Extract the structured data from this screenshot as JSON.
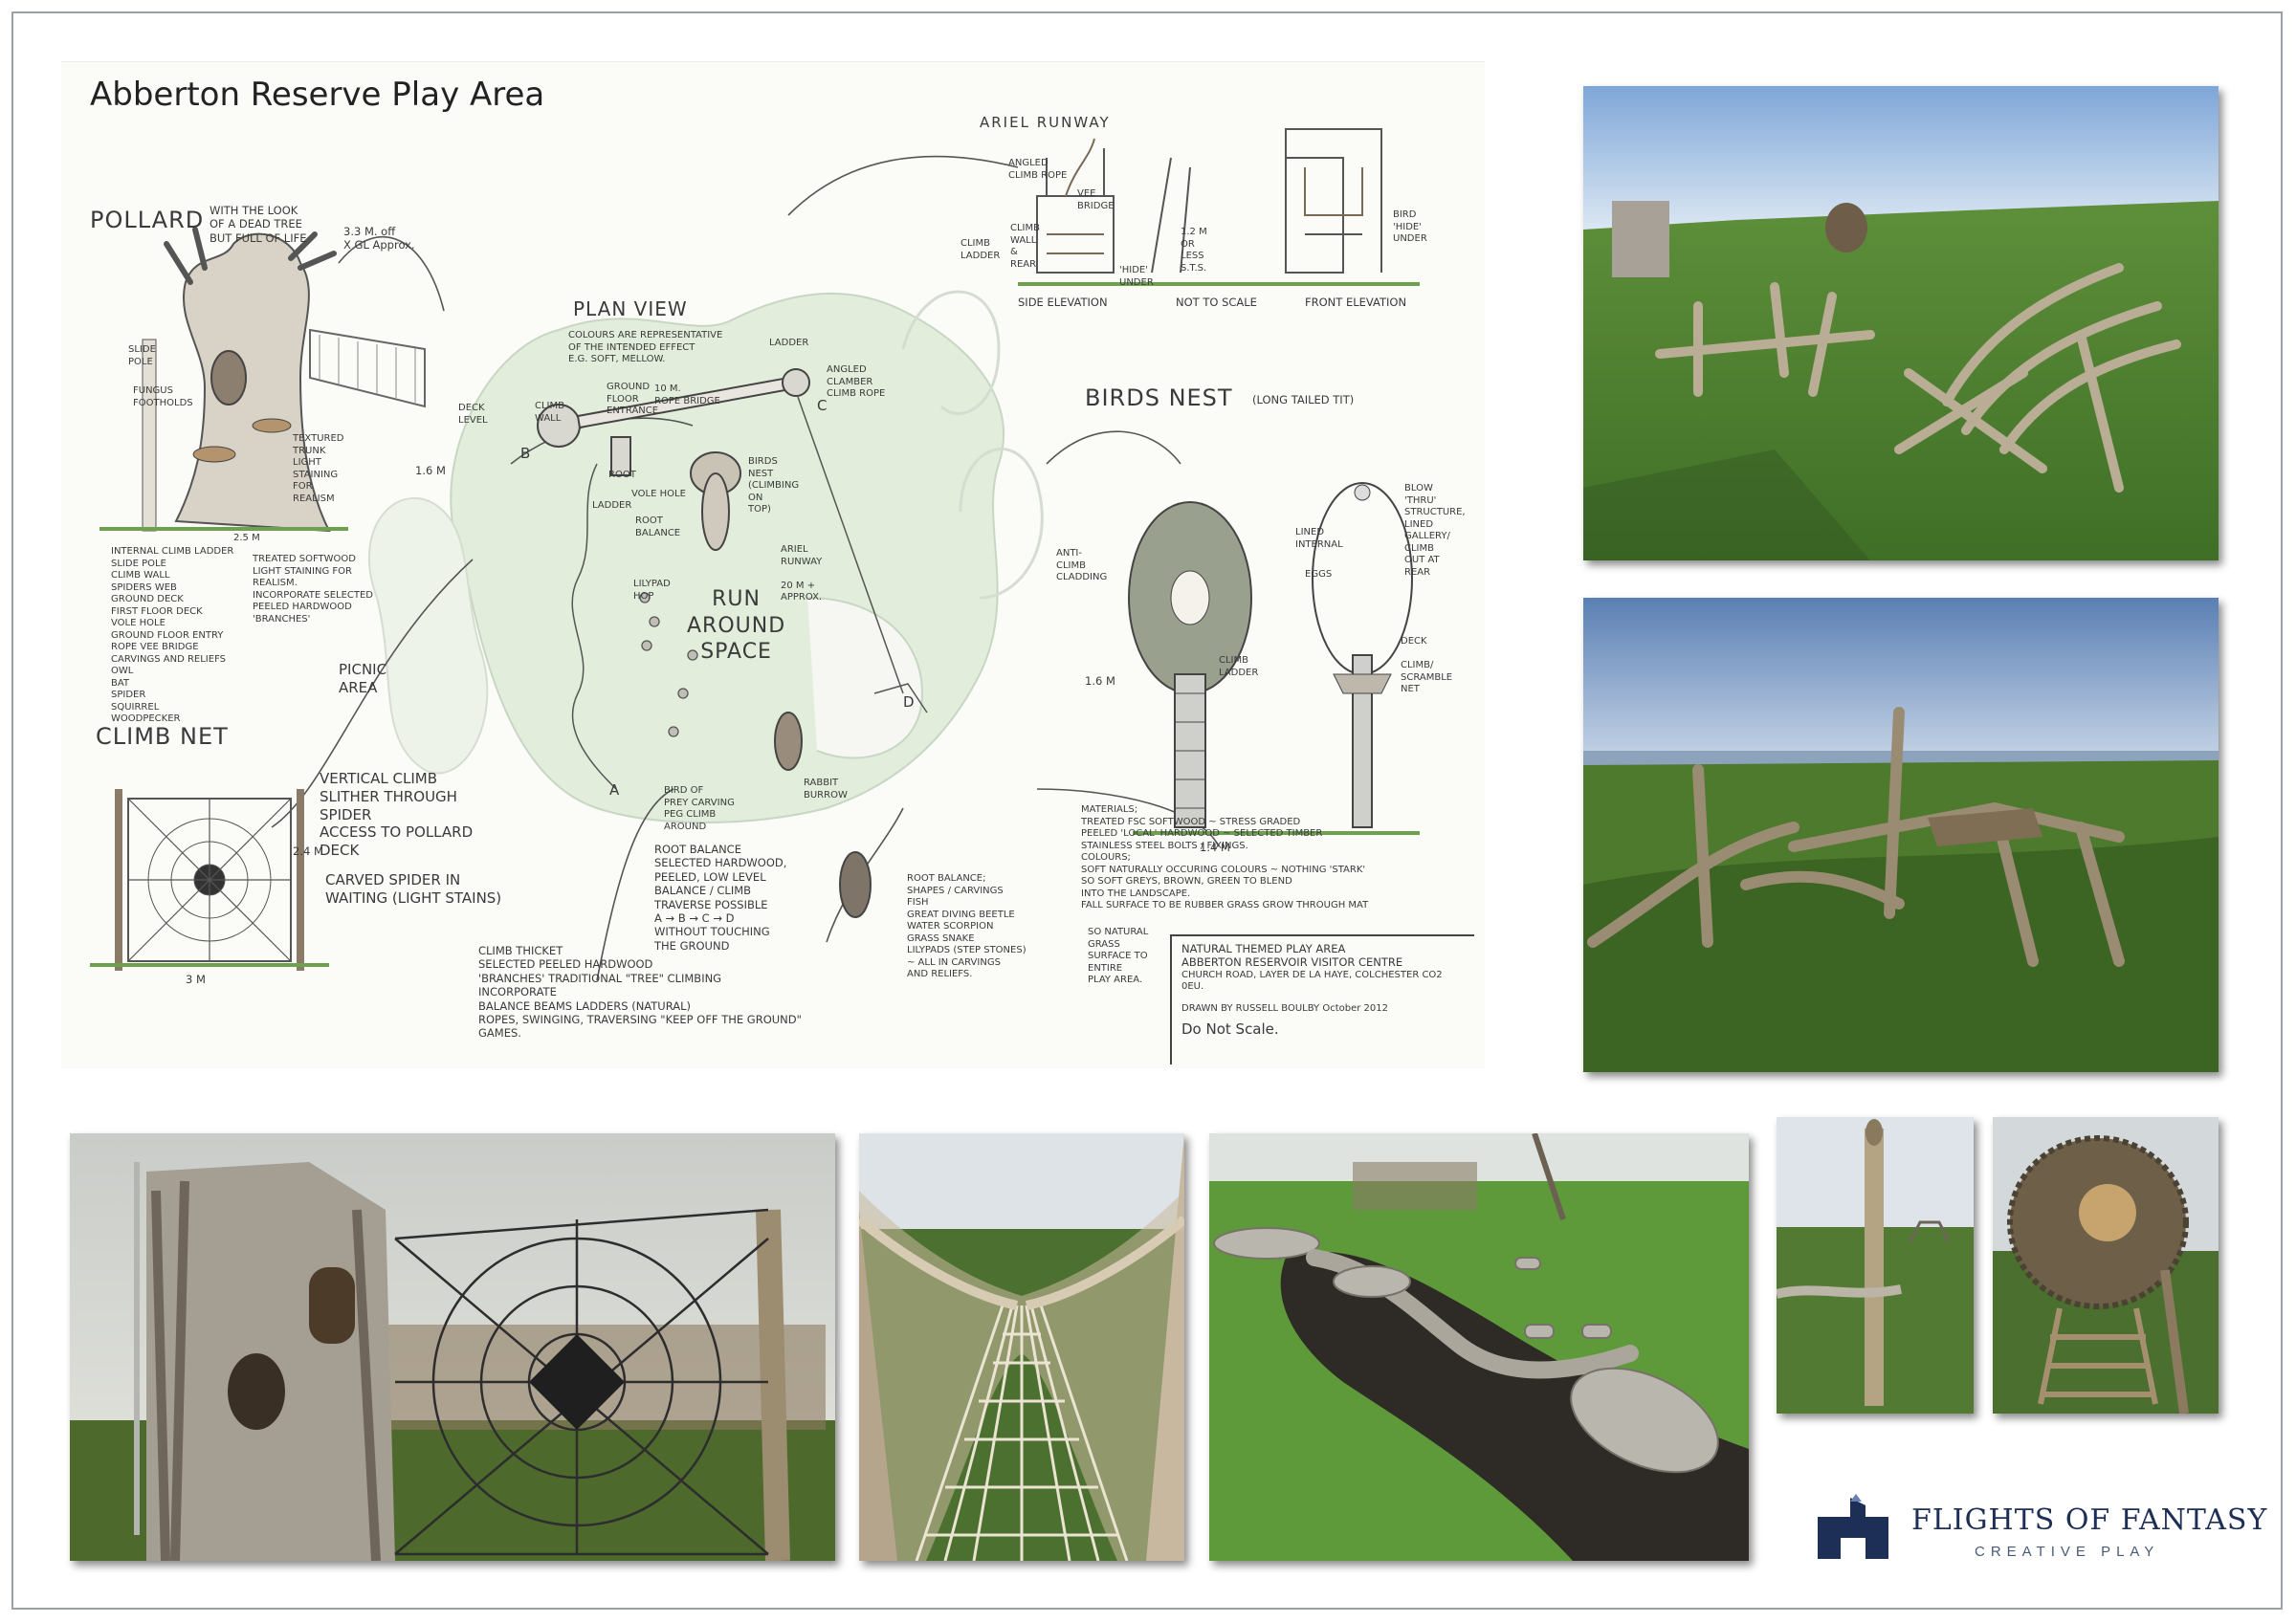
{
  "sketch": {
    "title": "Abberton Reserve Play Area",
    "pollard": {
      "heading": "POLLARD",
      "look": "WITH THE LOOK\nOF A DEAD TREE\nBUT FULL OF LIFE",
      "height": "3.3 M. off\nX GL Approx.",
      "slide": "SLIDE\nPOLE",
      "fungus": "FUNGUS\nFOOTHOLDS",
      "textured": "TEXTURED\nTRUNK\nLIGHT\nSTAINING\nFOR\nREALISM",
      "deck": "DECK\nLEVEL",
      "dim_h": "1.6 M",
      "dim_w": "2.5 M",
      "features": "INTERNAL CLIMB LADDER\nSLIDE POLE\nCLIMB WALL\nSPIDERS WEB\nGROUND DECK\nFIRST FLOOR DECK\nVOLE HOLE\nGROUND FLOOR ENTRY\nROPE VEE BRIDGE\nCARVINGS AND RELIEFS\n    OWL\n    BAT\n    SPIDER\n    SQUIRREL\n    WOODPECKER",
      "softwood": "TREATED SOFTWOOD\nLIGHT STAINING FOR\nREALISM.\nINCORPORATE SELECTED\nPEELED HARDWOOD\n'BRANCHES'"
    },
    "picnic": "PICNIC\nAREA",
    "plan_view": {
      "heading": "PLAN VIEW",
      "note": "COLOURS ARE REPRESENTATIVE\nOF THE INTENDED EFFECT\nE.G. SOFT, MELLOW.",
      "climb_wall": "CLIMB\nWALL",
      "ground_floor": "GROUND\nFLOOR\nENTRANCE",
      "rope_bridge": "10 M.\nROPE BRIDGE",
      "ladder": "LADDER",
      "angled": "ANGLED\nCLAMBER\nCLIMB ROPE",
      "root": "ROOT",
      "vole_hole": "VOLE HOLE",
      "ladder2": "LADDER",
      "root_balance": "ROOT\nBALANCE",
      "birds_nest": "BIRDS\nNEST\n(CLIMBING\nON\nTOP)",
      "ariel": "ARIEL\nRUNWAY\n\n20 M +\nAPPROX.",
      "lilypad": "LILYPAD\nHOP",
      "run_around": "RUN\nAROUND\nSPACE",
      "bird_prey": "BIRD OF\nPREY CARVING\nPEG CLIMB\nAROUND",
      "rabbit": "RABBIT\nBURROW",
      "a": "A",
      "b": "B",
      "c": "C",
      "d": "D"
    },
    "ariel_runway": {
      "heading": "ARIEL RUNWAY",
      "angled": "ANGLED\nCLIMB ROPE",
      "vee": "VEE\nBRIDGE",
      "climb_ladder": "CLIMB\nLADDER",
      "climb_wall": "CLIMB\nWALL\n&\nREAR",
      "hide": "'HIDE'\nUNDER",
      "height": "1.2 M\nOR\nLESS\nS.T.S.",
      "bird_hide": "BIRD\n'HIDE'\nUNDER",
      "side": "SIDE ELEVATION",
      "not_scale": "NOT TO SCALE",
      "front": "FRONT ELEVATION"
    },
    "birds_nest": {
      "heading": "BIRDS NEST",
      "sub": "(LONG TAILED TIT)",
      "anti_climb": "ANTI-\nCLIMB\nCLADDING",
      "lined": "LINED\nINTERNAL",
      "eggs": "EGGS",
      "blow": "BLOW\n'THRU'\nSTRUCTURE,\nLINED\nGALLERY/\nCLIMB\nOUT AT\nREAR",
      "climb_ladder": "CLIMB\nLADDER",
      "deck": "DECK\n\nCLIMB/\nSCRAMBLE\nNET",
      "dim_h": "1.6 M",
      "dim_w": "1.4 M"
    },
    "climb_net": {
      "heading": "CLIMB NET",
      "text": "VERTICAL CLIMB\nSLITHER THROUGH\nSPIDER\nACCESS TO POLLARD\nDECK",
      "carved": "CARVED SPIDER IN\nWAITING (LIGHT STAINS)",
      "dim_h": "2.4 M",
      "dim_w": "3 M"
    },
    "climb_thicket": "CLIMB THICKET\nSELECTED PEELED HARDWOOD\n'BRANCHES' TRADITIONAL \"TREE\" CLIMBING\nINCORPORATE\n     BALANCE BEAMS LADDERS (NATURAL)\n     ROPES, SWINGING, TRAVERSING \"KEEP OFF THE GROUND\"\n                                                          GAMES.",
    "root_balance_note": "ROOT BALANCE\nSELECTED HARDWOOD,\nPEELED, LOW LEVEL\nBALANCE / CLIMB\nTRAVERSE POSSIBLE\nA → B → C → D\nWITHOUT TOUCHING\n               THE GROUND",
    "root_balance_shapes": "ROOT BALANCE;\n  SHAPES / CARVINGS\n  FISH\n  GREAT DIVING BEETLE\n  WATER SCORPION\n  GRASS SNAKE\n  LILYPADS (STEP STONES)\n    ~ ALL IN CARVINGS\n       AND RELIEFS.",
    "materials": "MATERIALS;\n    TREATED FSC SOFTWOOD ~ STRESS GRADED\n    PEELED 'LOCAL' HARDWOOD ~ SELECTED TIMBER\n    STAINLESS STEEL BOLTS / FIXINGS.\nCOLOURS;\n    SOFT NATURALLY OCCURING COLOURS ~ NOTHING 'STARK'\n    SO SOFT GREYS, BROWN, GREEN TO BLEND\n    INTO THE LANDSCAPE.\nFALL SURFACE TO BE RUBBER GRASS GROW THROUGH MAT",
    "fall_note": "SO NATURAL\nGRASS\nSURFACE TO\nENTIRE\nPLAY AREA.",
    "title_block": {
      "line1": "NATURAL THEMED PLAY AREA",
      "line2": "ABBERTON RESERVOIR VISITOR CENTRE",
      "line3": "CHURCH ROAD, LAYER DE LA HAYE, COLCHESTER CO2 0EU.",
      "line4": "DRAWN BY RUSSELL BOULBY October 2012",
      "line5": "Do Not Scale."
    }
  },
  "logo": {
    "name": "FLIGHTS OF FANTASY",
    "tagline": "CREATIVE PLAY",
    "color": "#1d2e57"
  },
  "photos": [
    {
      "name": "photo-climb-thicket-wide",
      "icon": "photo"
    },
    {
      "name": "photo-root-balance-bridge",
      "icon": "photo"
    },
    {
      "name": "photo-pollard-and-spider-net",
      "icon": "photo"
    },
    {
      "name": "photo-rope-bridge",
      "icon": "photo"
    },
    {
      "name": "photo-root-balance-carvings",
      "icon": "photo"
    },
    {
      "name": "photo-bird-pole",
      "icon": "photo"
    },
    {
      "name": "photo-birds-nest",
      "icon": "photo"
    }
  ]
}
